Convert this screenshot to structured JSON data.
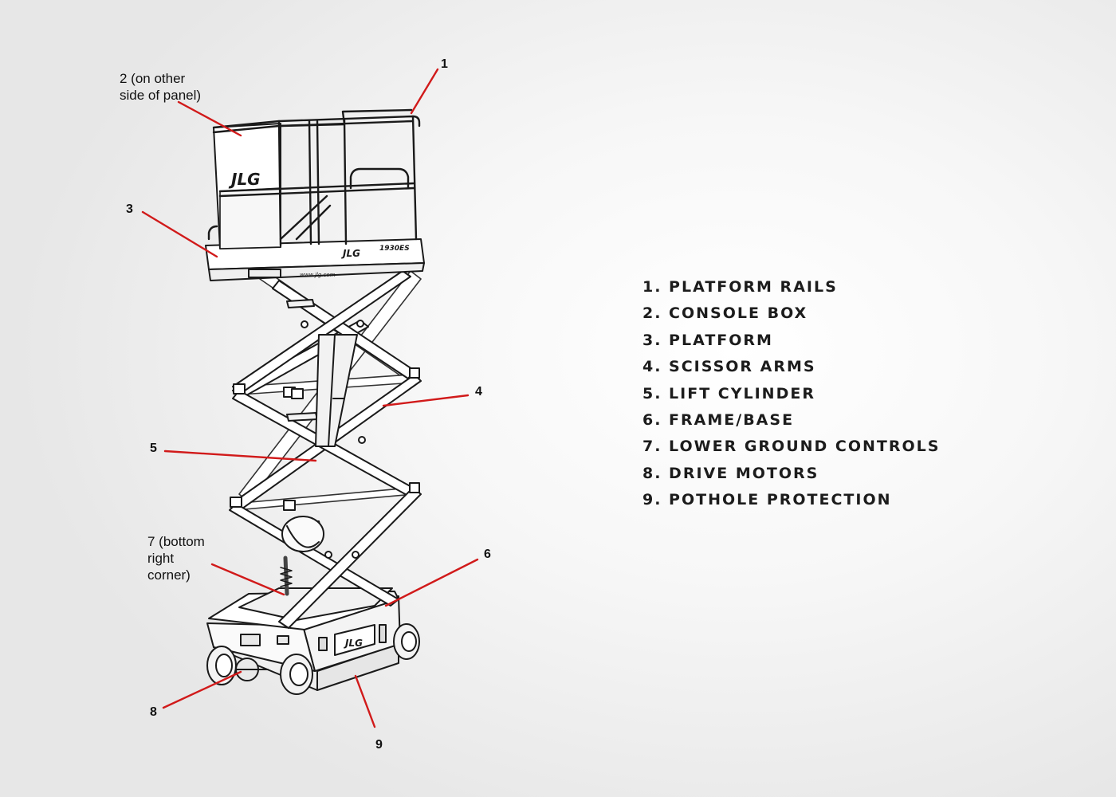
{
  "callouts": [
    {
      "id": "c1",
      "number": "1",
      "note": ""
    },
    {
      "id": "c2",
      "number": "2",
      "note": "(on other side of panel)",
      "label_full": "2 (on other\nside of panel)"
    },
    {
      "id": "c3",
      "number": "3",
      "note": ""
    },
    {
      "id": "c4",
      "number": "4",
      "note": ""
    },
    {
      "id": "c5",
      "number": "5",
      "note": ""
    },
    {
      "id": "c6",
      "number": "6",
      "note": ""
    },
    {
      "id": "c7",
      "number": "7",
      "note": "(bottom right corner)",
      "label_full": "7 (bottom\nright\ncorner)"
    },
    {
      "id": "c8",
      "number": "8",
      "note": ""
    },
    {
      "id": "c9",
      "number": "9",
      "note": ""
    }
  ],
  "legend": [
    "1. PLATFORM RAILS",
    "2. CONSOLE BOX",
    "3. PLATFORM",
    "4. SCISSOR ARMS",
    "5. LIFT CYLINDER",
    "6. FRAME/BASE",
    "7. LOWER GROUND CONTROLS",
    "8. DRIVE MOTORS",
    "9. POTHOLE PROTECTION"
  ],
  "machine": {
    "brand": "JLG",
    "model": "1930ES",
    "website": "www.jlg.com"
  },
  "colors": {
    "leader_line": "#d11a1a",
    "outline": "#1a1a1a",
    "fill": "#ffffff",
    "text": "#1c1c1c"
  }
}
